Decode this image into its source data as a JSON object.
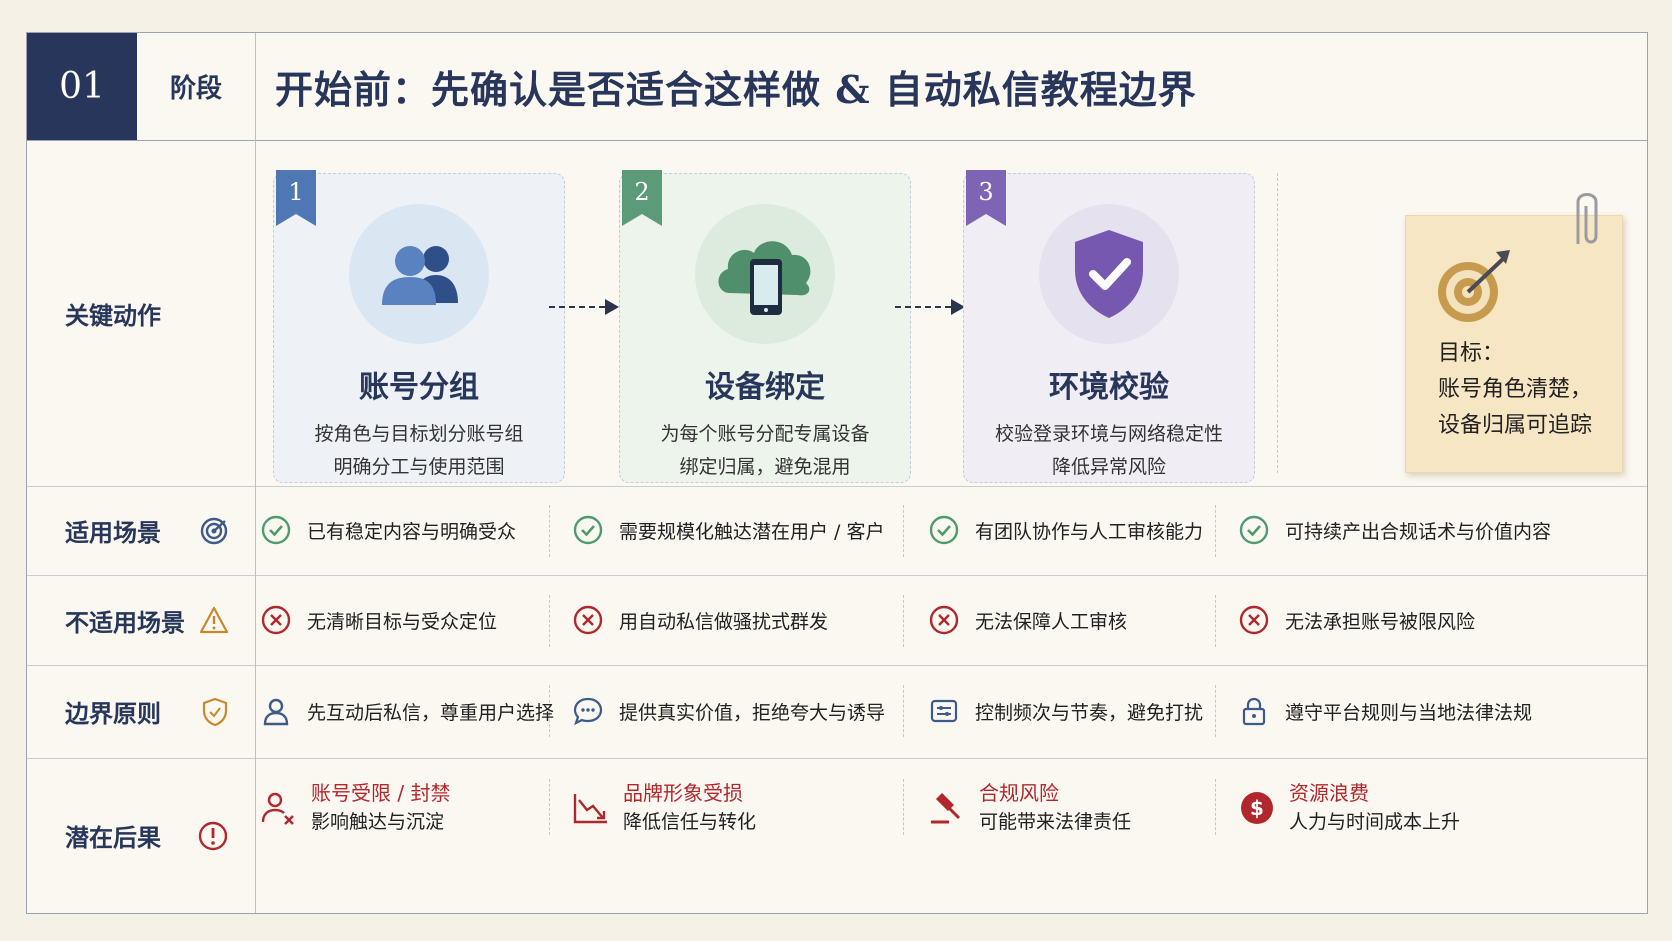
{
  "header": {
    "number": "01",
    "stage_label": "阶段",
    "title": "开始前：先确认是否适合这样做 & 自动私信教程边界"
  },
  "rows": {
    "key_actions": "关键动作",
    "applicable": "适用场景",
    "not_applicable": "不适用场景",
    "principles": "边界原则",
    "consequences": "潜在后果"
  },
  "cards": [
    {
      "num": "1",
      "title": "账号分组",
      "line1": "按角色与目标划分账号组",
      "line2": "明确分工与使用范围",
      "color": "#4f77b4"
    },
    {
      "num": "2",
      "title": "设备绑定",
      "line1": "为每个账号分配专属设备",
      "line2": "绑定归属，避免混用",
      "color": "#5b9b79"
    },
    {
      "num": "3",
      "title": "环境校验",
      "line1": "校验登录环境与网络稳定性",
      "line2": "降低异常风险",
      "color": "#7e64b4"
    }
  ],
  "note": {
    "line1": "目标：",
    "line2": "账号角色清楚，",
    "line3": "设备归属可追踪"
  },
  "applicable": [
    "已有稳定内容与明确受众",
    "需要规模化触达潜在用户 / 客户",
    "有团队协作与人工审核能力",
    "可持续产出合规话术与价值内容"
  ],
  "not_applicable": [
    "无清晰目标与受众定位",
    "用自动私信做骚扰式群发",
    "无法保障人工审核",
    "无法承担账号被限风险"
  ],
  "principles": [
    "先互动后私信，尊重用户选择",
    "提供真实价值，拒绝夸大与诱导",
    "控制频次与节奏，避免打扰",
    "遵守平台规则与当地法律法规"
  ],
  "consequences": [
    {
      "title": "账号受限 / 封禁",
      "desc": "影响触达与沉淀"
    },
    {
      "title": "品牌形象受损",
      "desc": "降低信任与转化"
    },
    {
      "title": "合规风险",
      "desc": "可能带来法律责任"
    },
    {
      "title": "资源浪费",
      "desc": "人力与时间成本上升"
    }
  ]
}
